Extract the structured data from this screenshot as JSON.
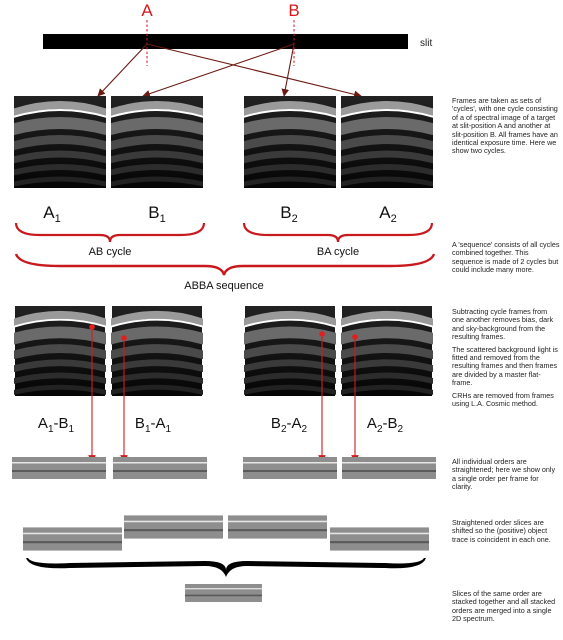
{
  "slit": {
    "label_a": "A",
    "label_b": "B",
    "label": "slit"
  },
  "frames_top": {
    "labels": [
      {
        "base": "A",
        "sub": "1"
      },
      {
        "base": "B",
        "sub": "1"
      },
      {
        "base": "B",
        "sub": "2"
      },
      {
        "base": "A",
        "sub": "2"
      }
    ]
  },
  "cycles": {
    "ab": "AB cycle",
    "ba": "BA cycle",
    "sequence": "ABBA sequence"
  },
  "frames_diff": {
    "labels": [
      {
        "p1": "A",
        "s1": "1",
        "p2": "-B",
        "s2": "1"
      },
      {
        "p1": "B",
        "s1": "1",
        "p2": "-A",
        "s2": "1"
      },
      {
        "p1": "B",
        "s1": "2",
        "p2": "-A",
        "s2": "2"
      },
      {
        "p1": "A",
        "s1": "2",
        "p2": "-B",
        "s2": "2"
      }
    ]
  },
  "captions": {
    "c1": "Frames are taken as sets of 'cycles', with one cycle consisting of a of spectral image of a target at slit-position A and another at slit-position B. All frames have an identical exposure time. Here we show two cycles.",
    "c2": "A 'sequence' consists of all cycles combined together. This sequence is made of 2 cycles but could include many more.",
    "c3a": "Subtracting cycle frames from one another removes bias, dark and sky-background from the resulting frames.",
    "c3b": "The scattered background light is fitted and removed from the resulting frames and then frames are divided by a master flat-frame.",
    "c3c": "CRHs are removed from frames using L.A. Cosmic method.",
    "c4": "All individual orders are straightened; here we show only a single order per frame for clarity.",
    "c5": "Straightened order slices are shifted so the (positive) object trace is coincident in each one.",
    "c6": "Slices of the same order are stacked together and all stacked orders are merged into a single 2D spectrum."
  },
  "colors": {
    "red": "#c8191e",
    "dark_red": "#7a1a12",
    "frame_bg": "#0c0c0c",
    "strip": "#8e8e8e"
  }
}
